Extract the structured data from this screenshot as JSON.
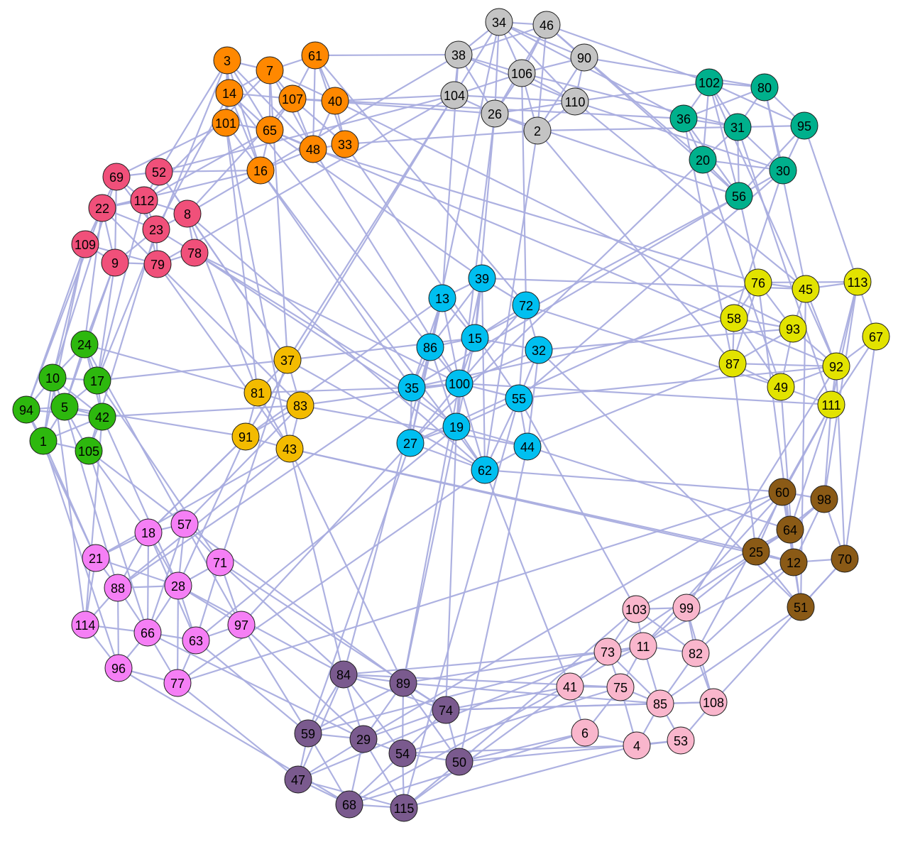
{
  "groups": {
    "grey": {
      "color": "#c4c4c4",
      "nodes": [
        34,
        46,
        38,
        90,
        106,
        104,
        110,
        26,
        2
      ]
    },
    "orange": {
      "color": "#ff8800",
      "nodes": [
        3,
        7,
        61,
        14,
        107,
        40,
        101,
        65,
        48,
        33,
        16
      ]
    },
    "red": {
      "color": "#f0507a",
      "nodes": [
        69,
        52,
        22,
        112,
        8,
        23,
        109,
        78,
        9,
        79
      ]
    },
    "teal": {
      "color": "#00b08c",
      "nodes": [
        102,
        80,
        36,
        31,
        95,
        20,
        30,
        56
      ]
    },
    "green": {
      "color": "#2db80e",
      "nodes": [
        24,
        10,
        17,
        94,
        5,
        42,
        1,
        105
      ]
    },
    "gold": {
      "color": "#f3bb00",
      "nodes": [
        37,
        81,
        83,
        91,
        43
      ]
    },
    "blue": {
      "color": "#00bff0",
      "nodes": [
        39,
        13,
        72,
        15,
        86,
        32,
        100,
        35,
        55,
        19,
        27,
        44,
        62
      ]
    },
    "yellow": {
      "color": "#e2e300",
      "nodes": [
        76,
        45,
        113,
        58,
        93,
        67,
        87,
        92,
        49,
        111
      ]
    },
    "brown": {
      "color": "#8a5a16",
      "nodes": [
        60,
        98,
        64,
        25,
        12,
        70,
        51
      ]
    },
    "violet": {
      "color": "#f57ff5",
      "nodes": [
        57,
        18,
        21,
        71,
        28,
        88,
        114,
        97,
        66,
        63,
        96,
        77
      ]
    },
    "pink": {
      "color": "#f9b6cc",
      "nodes": [
        103,
        99,
        11,
        73,
        82,
        41,
        75,
        85,
        108,
        6,
        4,
        53
      ]
    },
    "purple": {
      "color": "#7a5a8e",
      "nodes": [
        84,
        89,
        74,
        59,
        29,
        54,
        50,
        47,
        68,
        115
      ]
    }
  },
  "edge_color": "#a9addf",
  "edges": [
    [
      34,
      46
    ],
    [
      34,
      38
    ],
    [
      34,
      90
    ],
    [
      34,
      106
    ],
    [
      34,
      104
    ],
    [
      34,
      26
    ],
    [
      34,
      110
    ],
    [
      46,
      38
    ],
    [
      46,
      90
    ],
    [
      46,
      106
    ],
    [
      46,
      26
    ],
    [
      46,
      2
    ],
    [
      38,
      106
    ],
    [
      38,
      104
    ],
    [
      38,
      26
    ],
    [
      38,
      110
    ],
    [
      90,
      106
    ],
    [
      90,
      110
    ],
    [
      90,
      2
    ],
    [
      106,
      104
    ],
    [
      106,
      26
    ],
    [
      106,
      2
    ],
    [
      106,
      110
    ],
    [
      104,
      26
    ],
    [
      26,
      2
    ],
    [
      26,
      110
    ],
    [
      2,
      110
    ],
    [
      104,
      110
    ],
    [
      3,
      7
    ],
    [
      3,
      14
    ],
    [
      3,
      65
    ],
    [
      3,
      101
    ],
    [
      3,
      16
    ],
    [
      7,
      61
    ],
    [
      7,
      14
    ],
    [
      7,
      107
    ],
    [
      7,
      65
    ],
    [
      7,
      48
    ],
    [
      61,
      107
    ],
    [
      61,
      40
    ],
    [
      61,
      48
    ],
    [
      61,
      33
    ],
    [
      14,
      101
    ],
    [
      14,
      65
    ],
    [
      14,
      107
    ],
    [
      14,
      16
    ],
    [
      107,
      40
    ],
    [
      107,
      65
    ],
    [
      107,
      48
    ],
    [
      107,
      33
    ],
    [
      40,
      48
    ],
    [
      40,
      33
    ],
    [
      101,
      65
    ],
    [
      101,
      16
    ],
    [
      65,
      48
    ],
    [
      65,
      16
    ],
    [
      48,
      33
    ],
    [
      48,
      16
    ],
    [
      3,
      48
    ],
    [
      7,
      40
    ],
    [
      69,
      52
    ],
    [
      69,
      22
    ],
    [
      69,
      112
    ],
    [
      69,
      23
    ],
    [
      52,
      112
    ],
    [
      52,
      8
    ],
    [
      22,
      112
    ],
    [
      22,
      23
    ],
    [
      22,
      109
    ],
    [
      22,
      9
    ],
    [
      112,
      8
    ],
    [
      112,
      23
    ],
    [
      112,
      79
    ],
    [
      8,
      23
    ],
    [
      8,
      78
    ],
    [
      23,
      9
    ],
    [
      23,
      79
    ],
    [
      23,
      78
    ],
    [
      109,
      9
    ],
    [
      109,
      79
    ],
    [
      9,
      79
    ],
    [
      79,
      78
    ],
    [
      22,
      79
    ],
    [
      69,
      9
    ],
    [
      102,
      80
    ],
    [
      102,
      36
    ],
    [
      102,
      31
    ],
    [
      102,
      20
    ],
    [
      102,
      56
    ],
    [
      80,
      31
    ],
    [
      80,
      95
    ],
    [
      80,
      30
    ],
    [
      36,
      31
    ],
    [
      36,
      20
    ],
    [
      36,
      56
    ],
    [
      31,
      95
    ],
    [
      31,
      20
    ],
    [
      31,
      30
    ],
    [
      31,
      56
    ],
    [
      95,
      30
    ],
    [
      95,
      56
    ],
    [
      20,
      56
    ],
    [
      20,
      30
    ],
    [
      30,
      56
    ],
    [
      102,
      95
    ],
    [
      36,
      80
    ],
    [
      24,
      10
    ],
    [
      24,
      17
    ],
    [
      24,
      5
    ],
    [
      10,
      17
    ],
    [
      10,
      94
    ],
    [
      10,
      5
    ],
    [
      10,
      42
    ],
    [
      17,
      5
    ],
    [
      17,
      42
    ],
    [
      94,
      5
    ],
    [
      94,
      1
    ],
    [
      94,
      42
    ],
    [
      5,
      42
    ],
    [
      5,
      1
    ],
    [
      5,
      105
    ],
    [
      42,
      1
    ],
    [
      42,
      105
    ],
    [
      1,
      105
    ],
    [
      24,
      42
    ],
    [
      10,
      1
    ],
    [
      37,
      81
    ],
    [
      37,
      83
    ],
    [
      81,
      83
    ],
    [
      81,
      91
    ],
    [
      81,
      43
    ],
    [
      83,
      91
    ],
    [
      83,
      43
    ],
    [
      91,
      43
    ],
    [
      39,
      13
    ],
    [
      39,
      15
    ],
    [
      39,
      86
    ],
    [
      39,
      100
    ],
    [
      39,
      72
    ],
    [
      13,
      15
    ],
    [
      13,
      86
    ],
    [
      13,
      100
    ],
    [
      13,
      35
    ],
    [
      72,
      15
    ],
    [
      72,
      32
    ],
    [
      72,
      55
    ],
    [
      72,
      100
    ],
    [
      15,
      86
    ],
    [
      15,
      100
    ],
    [
      15,
      19
    ],
    [
      15,
      32
    ],
    [
      86,
      35
    ],
    [
      86,
      100
    ],
    [
      86,
      19
    ],
    [
      32,
      100
    ],
    [
      32,
      55
    ],
    [
      32,
      44
    ],
    [
      100,
      35
    ],
    [
      100,
      55
    ],
    [
      100,
      19
    ],
    [
      100,
      27
    ],
    [
      100,
      62
    ],
    [
      35,
      19
    ],
    [
      35,
      27
    ],
    [
      55,
      19
    ],
    [
      55,
      44
    ],
    [
      55,
      62
    ],
    [
      19,
      27
    ],
    [
      19,
      62
    ],
    [
      19,
      44
    ],
    [
      27,
      62
    ],
    [
      44,
      62
    ],
    [
      13,
      27
    ],
    [
      39,
      62
    ],
    [
      76,
      45
    ],
    [
      76,
      58
    ],
    [
      76,
      93
    ],
    [
      76,
      87
    ],
    [
      45,
      113
    ],
    [
      45,
      93
    ],
    [
      45,
      92
    ],
    [
      113,
      67
    ],
    [
      113,
      92
    ],
    [
      113,
      111
    ],
    [
      58,
      93
    ],
    [
      58,
      87
    ],
    [
      93,
      87
    ],
    [
      93,
      49
    ],
    [
      93,
      92
    ],
    [
      67,
      92
    ],
    [
      67,
      111
    ],
    [
      87,
      49
    ],
    [
      87,
      92
    ],
    [
      92,
      49
    ],
    [
      92,
      111
    ],
    [
      49,
      111
    ],
    [
      76,
      113
    ],
    [
      58,
      49
    ],
    [
      60,
      98
    ],
    [
      60,
      64
    ],
    [
      60,
      25
    ],
    [
      60,
      12
    ],
    [
      98,
      64
    ],
    [
      98,
      12
    ],
    [
      98,
      70
    ],
    [
      64,
      25
    ],
    [
      64,
      12
    ],
    [
      64,
      51
    ],
    [
      25,
      12
    ],
    [
      25,
      51
    ],
    [
      12,
      70
    ],
    [
      12,
      51
    ],
    [
      70,
      51
    ],
    [
      57,
      18
    ],
    [
      57,
      28
    ],
    [
      57,
      71
    ],
    [
      57,
      66
    ],
    [
      18,
      21
    ],
    [
      18,
      28
    ],
    [
      18,
      88
    ],
    [
      18,
      66
    ],
    [
      21,
      88
    ],
    [
      21,
      114
    ],
    [
      21,
      28
    ],
    [
      71,
      28
    ],
    [
      71,
      97
    ],
    [
      71,
      63
    ],
    [
      28,
      88
    ],
    [
      28,
      66
    ],
    [
      28,
      63
    ],
    [
      28,
      77
    ],
    [
      28,
      97
    ],
    [
      88,
      114
    ],
    [
      88,
      66
    ],
    [
      88,
      96
    ],
    [
      114,
      96
    ],
    [
      114,
      66
    ],
    [
      97,
      63
    ],
    [
      66,
      96
    ],
    [
      66,
      63
    ],
    [
      66,
      77
    ],
    [
      63,
      77
    ],
    [
      96,
      77
    ],
    [
      18,
      63
    ],
    [
      57,
      97
    ],
    [
      103,
      99
    ],
    [
      103,
      11
    ],
    [
      103,
      73
    ],
    [
      103,
      82
    ],
    [
      99,
      11
    ],
    [
      99,
      82
    ],
    [
      11,
      73
    ],
    [
      11,
      82
    ],
    [
      11,
      75
    ],
    [
      11,
      85
    ],
    [
      73,
      41
    ],
    [
      73,
      75
    ],
    [
      82,
      85
    ],
    [
      82,
      108
    ],
    [
      41,
      75
    ],
    [
      41,
      6
    ],
    [
      75,
      85
    ],
    [
      75,
      6
    ],
    [
      75,
      4
    ],
    [
      85,
      108
    ],
    [
      85,
      4
    ],
    [
      85,
      53
    ],
    [
      108,
      53
    ],
    [
      6,
      4
    ],
    [
      4,
      53
    ],
    [
      73,
      85
    ],
    [
      99,
      108
    ],
    [
      84,
      89
    ],
    [
      84,
      59
    ],
    [
      84,
      29
    ],
    [
      84,
      54
    ],
    [
      84,
      74
    ],
    [
      89,
      74
    ],
    [
      89,
      29
    ],
    [
      89,
      54
    ],
    [
      89,
      50
    ],
    [
      74,
      54
    ],
    [
      74,
      29
    ],
    [
      74,
      50
    ],
    [
      59,
      29
    ],
    [
      59,
      47
    ],
    [
      59,
      68
    ],
    [
      29,
      54
    ],
    [
      29,
      47
    ],
    [
      29,
      68
    ],
    [
      29,
      115
    ],
    [
      54,
      50
    ],
    [
      54,
      115
    ],
    [
      54,
      68
    ],
    [
      50,
      115
    ],
    [
      47,
      68
    ],
    [
      68,
      115
    ],
    [
      47,
      115
    ],
    [
      84,
      47
    ],
    [
      89,
      59
    ],
    [
      2,
      31
    ],
    [
      110,
      102
    ],
    [
      38,
      13
    ],
    [
      26,
      15
    ],
    [
      104,
      37
    ],
    [
      106,
      72
    ],
    [
      46,
      56
    ],
    [
      90,
      20
    ],
    [
      34,
      86
    ],
    [
      2,
      62
    ],
    [
      110,
      30
    ],
    [
      104,
      91
    ],
    [
      61,
      38
    ],
    [
      40,
      104
    ],
    [
      33,
      2
    ],
    [
      107,
      26
    ],
    [
      65,
      39
    ],
    [
      16,
      35
    ],
    [
      48,
      100
    ],
    [
      14,
      86
    ],
    [
      101,
      81
    ],
    [
      16,
      22
    ],
    [
      3,
      52
    ],
    [
      101,
      43
    ],
    [
      7,
      37
    ],
    [
      33,
      55
    ],
    [
      40,
      93
    ],
    [
      8,
      37
    ],
    [
      79,
      83
    ],
    [
      78,
      100
    ],
    [
      9,
      24
    ],
    [
      109,
      1
    ],
    [
      52,
      16
    ],
    [
      8,
      81
    ],
    [
      23,
      14
    ],
    [
      69,
      101
    ],
    [
      112,
      65
    ],
    [
      79,
      43
    ],
    [
      9,
      17
    ],
    [
      78,
      19
    ],
    [
      80,
      45
    ],
    [
      95,
      113
    ],
    [
      56,
      76
    ],
    [
      30,
      58
    ],
    [
      36,
      87
    ],
    [
      20,
      49
    ],
    [
      102,
      92
    ],
    [
      31,
      111
    ],
    [
      56,
      35
    ],
    [
      20,
      27
    ],
    [
      30,
      55
    ],
    [
      24,
      81
    ],
    [
      42,
      83
    ],
    [
      105,
      18
    ],
    [
      1,
      21
    ],
    [
      17,
      37
    ],
    [
      10,
      109
    ],
    [
      5,
      91
    ],
    [
      105,
      57
    ],
    [
      94,
      22
    ],
    [
      37,
      62
    ],
    [
      83,
      100
    ],
    [
      91,
      28
    ],
    [
      43,
      84
    ],
    [
      81,
      35
    ],
    [
      43,
      89
    ],
    [
      37,
      15
    ],
    [
      83,
      44
    ],
    [
      43,
      12
    ],
    [
      91,
      18
    ],
    [
      43,
      25
    ],
    [
      27,
      76
    ],
    [
      44,
      87
    ],
    [
      55,
      92
    ],
    [
      62,
      60
    ],
    [
      19,
      74
    ],
    [
      35,
      58
    ],
    [
      32,
      93
    ],
    [
      86,
      27
    ],
    [
      100,
      111
    ],
    [
      62,
      41
    ],
    [
      27,
      59
    ],
    [
      55,
      103
    ],
    [
      19,
      89
    ],
    [
      44,
      64
    ],
    [
      111,
      60
    ],
    [
      111,
      98
    ],
    [
      111,
      64
    ],
    [
      92,
      70
    ],
    [
      49,
      12
    ],
    [
      87,
      25
    ],
    [
      45,
      51
    ],
    [
      111,
      82
    ],
    [
      92,
      99
    ],
    [
      67,
      70
    ],
    [
      113,
      98
    ],
    [
      76,
      64
    ],
    [
      60,
      11
    ],
    [
      12,
      82
    ],
    [
      51,
      85
    ],
    [
      98,
      99
    ],
    [
      70,
      108
    ],
    [
      64,
      103
    ],
    [
      25,
      73
    ],
    [
      71,
      84
    ],
    [
      97,
      29
    ],
    [
      63,
      59
    ],
    [
      77,
      47
    ],
    [
      28,
      84
    ],
    [
      57,
      89
    ],
    [
      96,
      68
    ],
    [
      66,
      29
    ],
    [
      88,
      43
    ],
    [
      21,
      43
    ],
    [
      71,
      74
    ],
    [
      84,
      73
    ],
    [
      89,
      11
    ],
    [
      74,
      41
    ],
    [
      50,
      6
    ],
    [
      54,
      75
    ],
    [
      115,
      4
    ],
    [
      50,
      103
    ],
    [
      74,
      85
    ],
    [
      29,
      60
    ],
    [
      68,
      12
    ],
    [
      57,
      83
    ],
    [
      18,
      91
    ],
    [
      71,
      37
    ],
    [
      97,
      59
    ],
    [
      77,
      60
    ],
    [
      114,
      42
    ],
    [
      21,
      94
    ],
    [
      65,
      92
    ],
    [
      48,
      76
    ],
    [
      16,
      62
    ],
    [
      3,
      17
    ],
    [
      61,
      72
    ],
    [
      40,
      36
    ],
    [
      7,
      112
    ],
    [
      107,
      8
    ],
    [
      26,
      56
    ],
    [
      106,
      31
    ],
    [
      46,
      102
    ],
    [
      34,
      36
    ],
    [
      90,
      80
    ],
    [
      38,
      8
    ],
    [
      104,
      52
    ],
    [
      110,
      45
    ],
    [
      2,
      87
    ],
    [
      26,
      19
    ],
    [
      104,
      79
    ],
    [
      69,
      10
    ],
    [
      22,
      24
    ],
    [
      9,
      5
    ],
    [
      109,
      94
    ],
    [
      112,
      17
    ],
    [
      52,
      37
    ],
    [
      78,
      35
    ],
    [
      23,
      105
    ],
    [
      8,
      62
    ],
    [
      27,
      97
    ],
    [
      35,
      88
    ],
    [
      19,
      63
    ],
    [
      62,
      77
    ],
    [
      44,
      50
    ],
    [
      55,
      115
    ],
    [
      32,
      51
    ],
    [
      72,
      49
    ],
    [
      39,
      45
    ],
    [
      13,
      91
    ],
    [
      15,
      56
    ],
    [
      86,
      84
    ],
    [
      100,
      89
    ],
    [
      41,
      115
    ],
    [
      6,
      68
    ],
    [
      4,
      54
    ],
    [
      53,
      50
    ],
    [
      85,
      89
    ],
    [
      75,
      84
    ],
    [
      108,
      74
    ],
    [
      73,
      47
    ],
    [
      11,
      59
    ],
    [
      24,
      57
    ],
    [
      17,
      71
    ],
    [
      42,
      28
    ],
    [
      105,
      66
    ],
    [
      10,
      114
    ],
    [
      5,
      88
    ],
    [
      1,
      96
    ]
  ]
}
